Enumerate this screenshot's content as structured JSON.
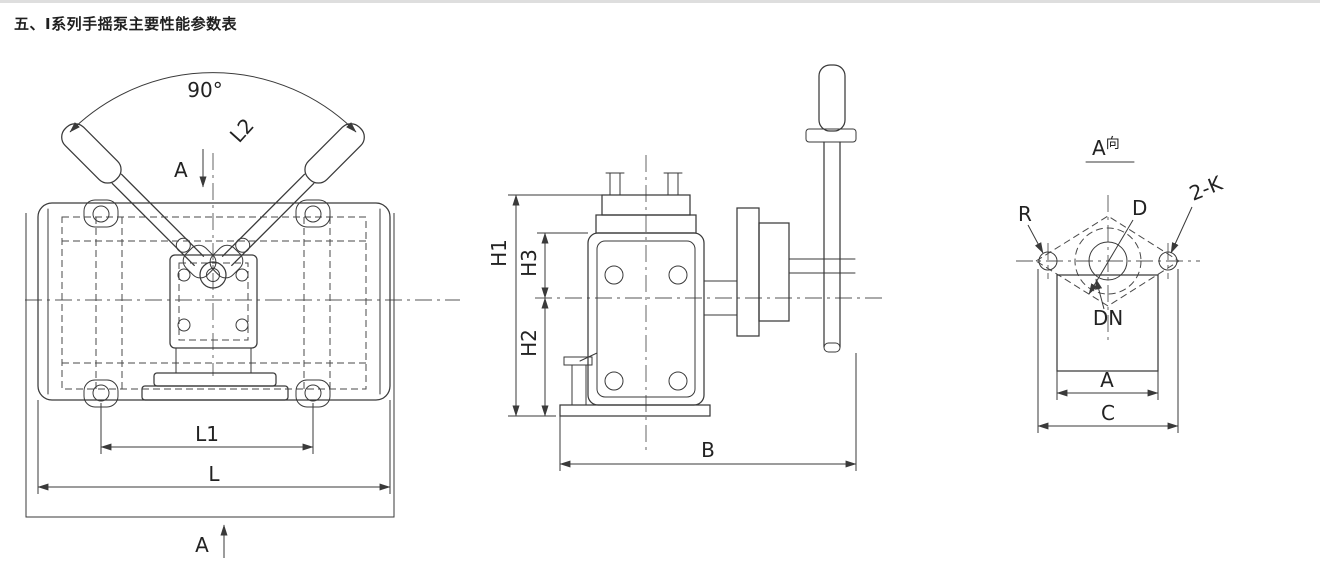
{
  "title": "五、I系列手摇泵主要性能参数表",
  "views": {
    "front": {
      "angle": "90°",
      "handle_length": "L2",
      "view_arrow_top": "A",
      "dim_l1": "L1",
      "dim_l": "L",
      "view_arrow_bottom": "A"
    },
    "side": {
      "dim_h1": "H1",
      "dim_h3": "H3",
      "dim_h2": "H2",
      "dim_b": "B"
    },
    "a_view": {
      "view_label": "A",
      "view_label_suffix": "向",
      "corner_radius": "R",
      "flange_diameter": "D",
      "bolt_holes": "2-K",
      "bore": "DN",
      "dim_a": "A",
      "dim_c": "C"
    }
  }
}
